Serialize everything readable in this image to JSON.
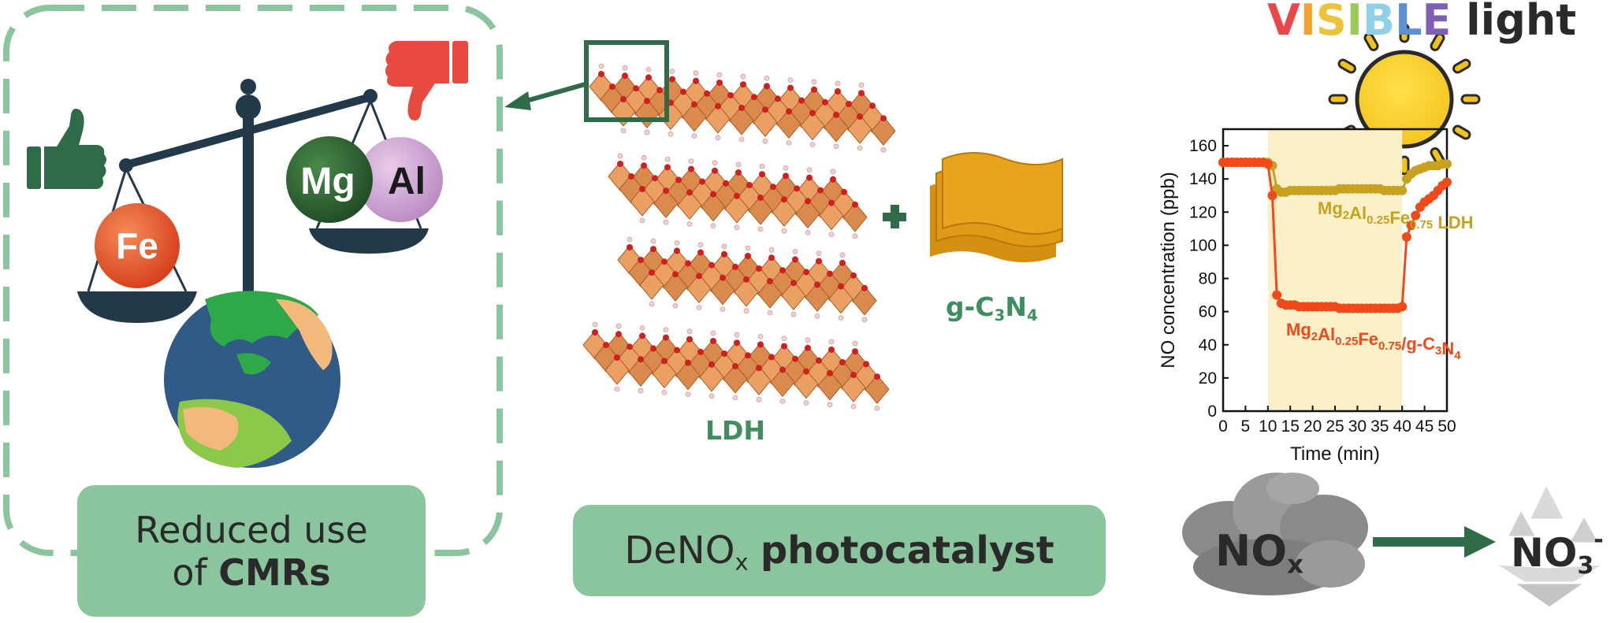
{
  "cmr_box": {
    "line1": "Reduced use",
    "line2_prefix": "of ",
    "line2_bold": "CMRs"
  },
  "denox_box": {
    "prefix": "DeNO",
    "prefix_sub": "x",
    "bold": "photocatalyst"
  },
  "ldh_label": "LDH",
  "gcn_label": {
    "a": "g-C",
    "s1": "3",
    "b": "N",
    "s2": "4"
  },
  "balance": {
    "left_ball": "Fe",
    "right_ball1": "Mg",
    "right_ball2": "Al"
  },
  "visible_title": {
    "letters": [
      {
        "ch": "V",
        "color": "#e8484a"
      },
      {
        "ch": "I",
        "color": "#f0a42d"
      },
      {
        "ch": "S",
        "color": "#e9c43a"
      },
      {
        "ch": "I",
        "color": "#9cc85a"
      },
      {
        "ch": "B",
        "color": "#8fd0e8"
      },
      {
        "ch": "L",
        "color": "#5b8fd6"
      },
      {
        "ch": "E",
        "color": "#7e5fb6"
      }
    ],
    "rest": " light",
    "rest_color": "#2a2a2a"
  },
  "reaction": {
    "reactant": "NO",
    "reactant_sub": "x",
    "product": "NO",
    "product_sub": "3",
    "product_sup": "-"
  },
  "colors": {
    "accent_green": "#8bc59d",
    "dark_green": "#2f6b48",
    "red_series": "#f04a1a",
    "gold_series": "#c8a21e"
  },
  "chart_data": {
    "type": "line",
    "xlabel": "Time (min)",
    "ylabel": "NO concentration (ppb)",
    "xlim": [
      0,
      50
    ],
    "ylim": [
      0,
      170
    ],
    "xticks": [
      0,
      5,
      10,
      15,
      20,
      25,
      30,
      35,
      40,
      45,
      50
    ],
    "yticks": [
      0,
      20,
      40,
      60,
      80,
      100,
      120,
      140,
      160
    ],
    "highlight_range": [
      10,
      40
    ],
    "series": [
      {
        "name": "Mg2Al0.25Fe0.75 LDH",
        "label_parts": [
          [
            "Mg",
            ""
          ],
          [
            "2",
            "sub"
          ],
          [
            "Al",
            ""
          ],
          [
            "0.25",
            "sub"
          ],
          [
            "Fe",
            ""
          ],
          [
            "0.75",
            "sub"
          ],
          [
            " LDH",
            ""
          ]
        ],
        "color": "#c8a21e",
        "x": [
          0,
          1,
          2,
          3,
          4,
          5,
          6,
          7,
          8,
          9,
          10,
          11,
          12,
          13,
          14,
          15,
          16,
          17,
          18,
          19,
          20,
          21,
          22,
          23,
          24,
          25,
          26,
          27,
          28,
          29,
          30,
          31,
          32,
          33,
          34,
          35,
          36,
          37,
          38,
          39,
          40,
          41,
          42,
          43,
          44,
          45,
          46,
          47,
          48,
          49,
          50
        ],
        "y": [
          150,
          150,
          150,
          150,
          150,
          150,
          150,
          150,
          150,
          150,
          150,
          148,
          134,
          132,
          132,
          133,
          133,
          133,
          133,
          133,
          133,
          133,
          133,
          133,
          133,
          133,
          134,
          134,
          134,
          134,
          134,
          134,
          134,
          134,
          134,
          134,
          133,
          133,
          133,
          133,
          133,
          140,
          143,
          145,
          146,
          147,
          148,
          148,
          148,
          149,
          149
        ]
      },
      {
        "name": "Mg2Al0.25Fe0.75/g-C3N4",
        "label_parts": [
          [
            "Mg",
            ""
          ],
          [
            "2",
            "sub"
          ],
          [
            "Al",
            ""
          ],
          [
            "0.25",
            "sub"
          ],
          [
            "Fe",
            ""
          ],
          [
            "0.75",
            "sub"
          ],
          [
            "/g-C",
            ""
          ],
          [
            "3",
            "sub"
          ],
          [
            "N",
            ""
          ],
          [
            "4",
            "sub"
          ]
        ],
        "color": "#f04a1a",
        "x": [
          0,
          1,
          2,
          3,
          4,
          5,
          6,
          7,
          8,
          9,
          10,
          11,
          12,
          13,
          14,
          15,
          16,
          17,
          18,
          19,
          20,
          21,
          22,
          23,
          24,
          25,
          26,
          27,
          28,
          29,
          30,
          31,
          32,
          33,
          34,
          35,
          36,
          37,
          38,
          39,
          40,
          41,
          42,
          43,
          44,
          45,
          46,
          47,
          48,
          49,
          50
        ],
        "y": [
          150,
          150,
          150,
          150,
          150,
          150,
          150,
          150,
          150,
          150,
          149,
          130,
          70,
          65,
          64,
          64,
          64,
          63,
          63,
          63,
          63,
          63,
          63,
          63,
          63,
          63,
          62,
          62,
          62,
          62,
          62,
          62,
          62,
          62,
          62,
          62,
          62,
          62,
          62,
          62,
          63,
          105,
          112,
          118,
          123,
          126,
          128,
          130,
          133,
          136,
          138
        ]
      }
    ]
  }
}
